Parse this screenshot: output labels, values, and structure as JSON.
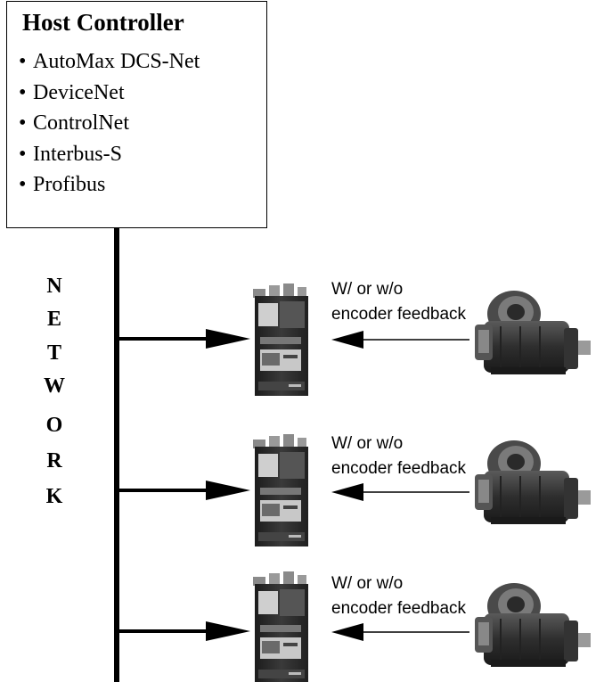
{
  "host_controller": {
    "title": "Host Controller",
    "networks": [
      {
        "bullet": "•",
        "label": "AutoMax DCS-Net"
      },
      {
        "bullet": "•",
        "label": "DeviceNet"
      },
      {
        "bullet": "•",
        "label": "ControlNet"
      },
      {
        "bullet": "•",
        "label": "Interbus-S"
      },
      {
        "bullet": "•",
        "label": "Profibus"
      }
    ]
  },
  "network_label": [
    "N",
    "E",
    "T",
    "W",
    "O",
    "R",
    "K"
  ],
  "drive_stations": [
    {
      "feedback_line1": "W/ or w/o",
      "feedback_line2": "encoder feedback"
    },
    {
      "feedback_line1": "W/ or w/o",
      "feedback_line2": "encoder feedback"
    },
    {
      "feedback_line1": "W/ or w/o",
      "feedback_line2": "encoder feedback"
    }
  ],
  "colors": {
    "line": "#000000",
    "drive_body": "#2b2b2b",
    "motor_body": "#3a3a3a"
  }
}
